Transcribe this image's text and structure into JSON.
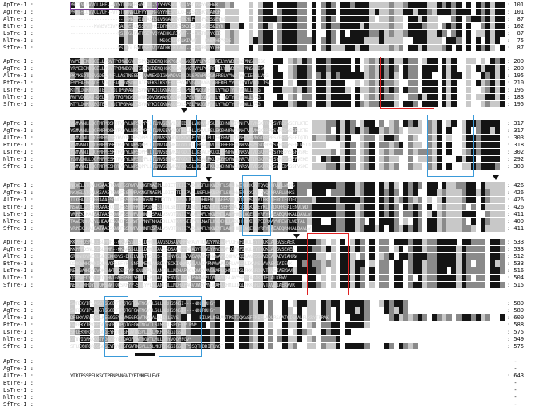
{
  "blocks": [
    {
      "rows": [
        {
          "name": "ApTre-1 :",
          "seq": "MRITNLLVVCLAHF--AYYTHANQEFVHLAR-GYYHVSNGLQ--ASCDSKYCKHGK",
          "num": ": 101"
        },
        {
          "name": "AgTre-1 :",
          "seq": "MRF-HLLVVCLVQF--VYYTHANNQDFVYLIR-GYYHESNGLQ--ASHSSKYCAHGP",
          "num": ": 101"
        },
        {
          "name": "AlTre-1 :",
          "seq": "----------------------MKSFILTASISLVSGAAQAHEKHLP---PPCSSEYRE",
          "num": ":  87"
        },
        {
          "name": "BtTre-1 :",
          "seq": "---------MVNSVEIVFDAENEIGDSSPVRHKIDTHKDEIPSKDISIP-SDCSKIYR",
          "num": ": 102"
        },
        {
          "name": "LsTre-1 :",
          "seq": "------------------MSIGGLFATFSEYVQYAIHKLRIVWT---ENSRHNYCEE",
          "num": ":  87"
        },
        {
          "name": "NlTre-1 :",
          "seq": "----------------------------------MSQCAIHRLKIVWT---ENSVHEYCDE",
          "num": ":  75"
        },
        {
          "name": "SfTre-1 :",
          "seq": "------------------MSIGGLFATFSEYVQYAIHKLRIVWT---ENSRHNYCEE",
          "num": ":  87"
        }
      ]
    },
    {
      "rows": [
        {
          "name": "ApTre-1 :",
          "seq": "YWYEDENDSGELLYDVTPGMNDGVGTSPYQKDINQHGKPGLWAGKQTVPLPGGRFRELYYWDTYWIVNGLLISG",
          "num": ": 209"
        },
        {
          "name": "AgTre-1 :",
          "seq": "YRYEDENDSGELLYDVTPGMNDGVGTSPYQKDINQHGKPGLWAGKQTVPLPGGRFRELYYWDTYWIVNGLLISG",
          "num": ": 209"
        },
        {
          "name": "AlTre-1 :",
          "seq": "RKYKSDTDEVGDELVNFLLASTNESEFSVWNEKDIGKWADVENSDLSPEVPNGGRFRELYYWDTYWIIEGLLVSG",
          "num": ": 195"
        },
        {
          "name": "BtTre-1 :",
          "seq": "EMYEAENGADELVDDLEAGFRASDKLAIFNEKSIKSYEKLEPGQTVGKNRVGNGGRFRELYYWDTYWIVNGLLISG",
          "num": ": 210"
        },
        {
          "name": "LsTre-1 :",
          "seq": "KTYLDNKRKEGTELLYDITPGMANGKSVWNYKDIGKWAKQEDLSPELPNGGRFRELYYWDTYWIVNGLLVSG",
          "num": ": 195"
        },
        {
          "name": "NlTre-1 :",
          "seq": "RNYVDDEAV-DELLYDVTPGFNDGEGVNNQDVGKWANQEDNALSPEVPNGGRFRELYYWDTYWIVNGLLVSG",
          "num": ": 183"
        },
        {
          "name": "SfTre-1 :",
          "seq": "KTYLDNKRKEGTELLYDITPGMANGKSVWNYKDIGKWAKQEDLSPELPNGGRFRELYYWDTYWIVNGLLVSG",
          "num": ": 195"
        }
      ]
    },
    {
      "rows": [
        {
          "name": "ApTre-1 :",
          "seq": "YGMVNNLLQGFMFMDSKYRVYYLNRSQPPFLTLMVSEYYLQTEDLDLVKKVLPSLEKEHNFWIVNHTVTVNGKPRPESYREDYSEFLKTE",
          "num": ": 317"
        },
        {
          "name": "AgTre-1 :",
          "seq": "YGMVNNLLQGFMFMDSKYRVYYLNRSQPPFLTLMVSEYYLQTEDLDLVKKVLPSLEKEHNFWIVNHTVTVNGKPRPESYREDYSEFLKTE",
          "num": ": 317"
        },
        {
          "name": "AlTre-1 :",
          "seq": "YGMVDNLLHGFMFMESKYKVYFLNRSQPPLLTLMVKSYVDKTKDYSFLVDALPLLEKEHNYWIVNHTVEVNGKPRPESYREDYSEFIQTD",
          "num": ": 303"
        },
        {
          "name": "BtTre-1 :",
          "seq": "YGMVNNIIRGFMFMDSKYRVYYLNRSQPPLLTLMVDAYVKATGDLKLLENALPVLEKEHEFFMKNRSVSVSGKPRPESYREDYSEFLNSTD",
          "num": ": 318"
        },
        {
          "name": "LsTre-1 :",
          "seq": "YGMVNNIIQGFMFMESKYRVYYLNRSQPPLLTLMVSEYVKATGDLSLLKEALPKLQQEHNFWLKNRSVTVDGKPRPESYREDYSSFVSKE",
          "num": ": 302"
        },
        {
          "name": "NlTre-1 :",
          "seq": "YGMVDNLLQGFMFMESKYRVYYLNRSQPPLLTLMVSEYAKATGDLTLLKDALPKLQKEHDFWMKNRTVTINGKPRPESYREDYSEFVEKE",
          "num": ": 292"
        },
        {
          "name": "SfTre-1 :",
          "seq": "YGMVNNIIQGFMFMESKYRVYYLNRSQPPLLTLMVSEYVKATGDLSLLKEALPKLQQEHNFWLKNRSVTVDGKPRPESYREDYSSFVSKE",
          "num": ": 303"
        }
      ]
    },
    {
      "rows": [
        {
          "name": "ApTre-1 :",
          "seq": "NKQELATQVLKSAAETGWDFSSRWFVKNGTNAEPLLDIETTIIIPVDLNSFLHKNEMTLSRLHAERLKKSVTQYQKMRAPLNNKS",
          "num": ": 426"
        },
        {
          "name": "AgTre-1 :",
          "seq": "NKQELATQVLKSAAETGWDFSSRWFVKNGTNAEPLLDIETTIIIPVDLNSFLHKNEMTLSRLHAERLKKSVTQYQKMRAPLNNKS",
          "num": ": 426"
        },
        {
          "name": "AlTre-1 :",
          "seq": "TTKEATAEIFRAAAESGWDFSSRWFKENGSNLETTRTDLIVPVDLNAFLYHNEMTLAEFSSLLGDTEMSAYYTRKSIERGTEGDEQ",
          "num": ": 426"
        },
        {
          "name": "BtTre-1 :",
          "seq": "NSAQLAAEIFRAAAECGWDFSSRWFKTRPGDSFSLTDLSEIIPVDLNAFLHKNEMTLSEFSSAIGDNGKAAEYKLKADKRREAIENVLWD",
          "num": ": 426"
        },
        {
          "name": "LsTre-1 :",
          "seq": "VRPEKLKAIEATAAESGWDFSSRWFVDNNTKSPALVSVDTRNIIPVDLNAFLYKNEMTLADFHHKLGQEKLYRRYQAEAEQRNKALDAVLW",
          "num": ": 411"
        },
        {
          "name": "NlTre-1 :",
          "seq": "TAAERMKAQYLHEAAESGWDFSSRWFVVNNTNKAEDLLATKMPSIIPVDLNAFLHVDEKLLADLHHRRIHQPEERKAYWRENFLWDTAL",
          "num": ": 409"
        },
        {
          "name": "SfTre-1 :",
          "seq": "VRPEKLKAIEATAAESGWDFSSRWFVDNNTKSPALVSVDTRNIIPVDLNAFLYKNEMTLADFHHKLGQEKLYRRYQAEAEQRNKALDAVLW",
          "num": ": 411"
        }
      ]
    },
    {
      "rows": [
        {
          "name": "ApTre-1 :",
          "seq": "KKPFFDSNLQESLMMP--KKAASSLLSLDHHLTAVGSDSAVNHHAPAGVTQWDYPNGWAPLQFAFIQQLEYTKQKLAQGVSEAEK",
          "num": ": 533"
        },
        {
          "name": "AgTre-1 :",
          "seq": "KKPFFDSNLQESLMMP--KKAASSLLSLDHHLTAVGSDSAVNHHAPAGVTQWDYPNGWAPLQFAFIQQLEYTKQKLAQGVSEAEK",
          "num": ": 533"
        },
        {
          "name": "AlTre-1 :",
          "seq": "GRHWHDYNEQLGLQEKKDYS-DHILVLGTVSDSS----NVGLHAPAGVQWDYPNAWAPLQHMVIQQLANRSGNVDEALAEVIAKRW",
          "num": ": 512"
        },
        {
          "name": "BtTre-1 :",
          "seq": "DQRQVWHDWNIQLNVQRSEFYP-SNFTPEMLAARQAYSCKINHAPAGVLWDYPNVWAPLQFLVVQGLIKANSGAVAEKIAIEHK",
          "num": ": 533"
        },
        {
          "name": "LsTre-1 :",
          "seq": "NEQGVWHDYDVQKSNWTQQSRFYP-SNLYPLALANTNLLNDHAPAGVQWDYPNGWAPLQHMIIEGLFKKGRDSVTAVEIAEKWVR",
          "num": ": 516"
        },
        {
          "name": "NlTre-1 :",
          "seq": "QDHSWFDYDLETQQHVTGMFDSRLYPRLLSPIQADLPFNVGLRWDFPNGWAPLQVIAVQGLAYYSPREARAKATELALKRWV",
          "num": ": 504"
        },
        {
          "name": "SfTre-1 :",
          "seq": "NEQGVWHDYDVQKSNWTQQSRFYP-SNLYPLALANTNLLNDHAPAGVQWDYPNGWAPLQHMIIEGLFKKGRDSVTAVEIAEKWVR",
          "num": ": 515"
        }
      ]
    },
    {
      "rows": [
        {
          "name": "ApTre-1 :",
          "seq": "SWFEKYIPLAGGTGGGEYTPQTGFGWTNGVVLSLLKRHGSNGI----NDLRRHG*",
          "num": ": 589"
        },
        {
          "name": "AgTre-1 :",
          "seq": "SWFEKYIPLAGGTGGGEYTPQTGFGWTNGVVLSLLKRHGSNGI----NDLRRHG*",
          "num": ": 589"
        },
        {
          "name": "AlTre-1 :",
          "seq": "DFEKYVEVRADLKEGGGEYEVMEGFGWTNGVALSLISLSVS--------EILKLDSLVSTPSTIQKASFFNIFLAQLRSAATCIGAALFLKRYTPRAK",
          "num": ": 600"
        },
        {
          "name": "BtTre-1 :",
          "seq": "GWFEKYIPKFEGGGGGEYTPQTGFGWTNGVTLSLMKRLSPQEYPLPN*",
          "num": ": 588"
        },
        {
          "name": "LsTre-1 :",
          "seq": "SFLEKWFQRGGGGGEYRVQIGFGWTNGVLLSLMKRQSGGIGSLT",
          "num": ": 575"
        },
        {
          "name": "NlTre-1 :",
          "seq": "DTNYIGFKKQGTPGGGEYETQAGFGWTNGVTLMLLDNYVQQPFGV*",
          "num": ": 549"
        },
        {
          "name": "SfTre-1 :",
          "seq": "SFLEKWFQRGGGGGEYRVQIGFGWTNGVLLSLMKRQSGGIGSLTPSSQTKDDIFLNGT",
          "num": ": 575"
        }
      ]
    },
    {
      "rows": [
        {
          "name": "ApTre-1 :",
          "seq": "",
          "num": "  -"
        },
        {
          "name": "AgTre-1 :",
          "seq": "",
          "num": "  -"
        },
        {
          "name": "AlTre-1 :",
          "seq": "YTRIPSSPELKSCTPPNPVNGVIYPIMHFSLFVF",
          "num": ": 643"
        },
        {
          "name": "BtTre-1 :",
          "seq": "",
          "num": "  -"
        },
        {
          "name": "LsTre-1 :",
          "seq": "",
          "num": "  -"
        },
        {
          "name": "NlTre-1 :",
          "seq": "",
          "num": "  -"
        },
        {
          "name": "SfTre-1 :",
          "seq": "",
          "num": "  -"
        }
      ]
    }
  ],
  "colors": {
    "identical": "#141414",
    "similar": "#8a8a8a",
    "weak": "#c8c8c8",
    "motif_red": "#e02020",
    "motif_blue": "#3a9ad9",
    "signal_purple": "#7a3a9a"
  }
}
